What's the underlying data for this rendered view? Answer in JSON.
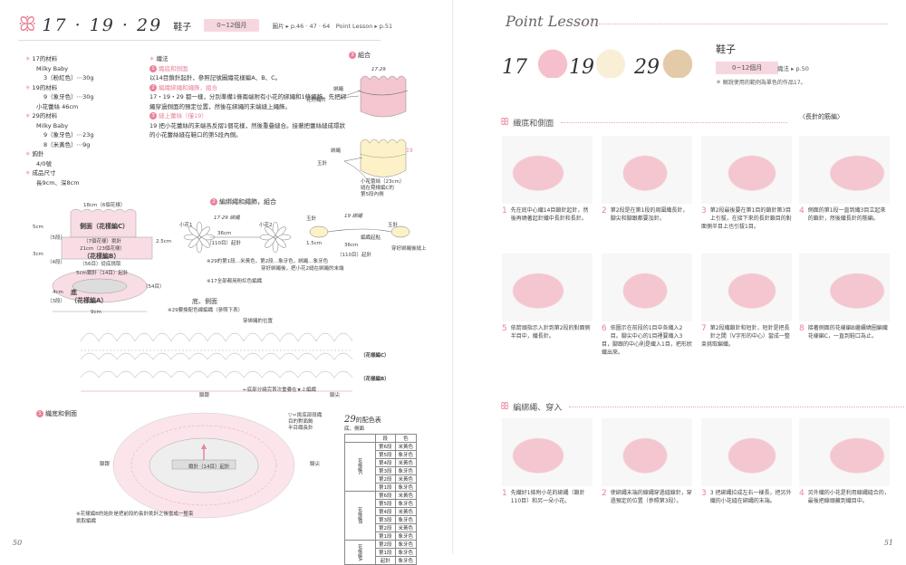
{
  "left": {
    "header": {
      "numbers": "17 · 19 · 29",
      "title": "鞋子",
      "age": "0~12個月",
      "ref": "圖片 ▸ p.46 · 47 · 64　Point Lesson ▸ p.51"
    },
    "materials": [
      {
        "text": "17的材料",
        "star": true,
        "indent": 0
      },
      {
        "text": "Milky Baby",
        "indent": 1
      },
      {
        "text": "3（粉紅色）⋯30g",
        "indent": 2
      },
      {
        "text": "19的材料",
        "star": true,
        "indent": 0
      },
      {
        "text": "9（象牙色）⋯30g",
        "indent": 2
      },
      {
        "text": "小花蕾絲 46cm",
        "indent": 1
      },
      {
        "text": "29的材料",
        "star": true,
        "indent": 0
      },
      {
        "text": "Milky Baby",
        "indent": 1
      },
      {
        "text": "9（象牙色）⋯23g",
        "indent": 2
      },
      {
        "text": "8（米黃色）⋯9g",
        "indent": 2
      },
      {
        "text": "鉤針",
        "star": true,
        "indent": 0
      },
      {
        "text": "4/0號",
        "indent": 1
      },
      {
        "text": "成品尺寸",
        "star": true,
        "indent": 0
      },
      {
        "text": "長9cm、深8cm",
        "indent": 1
      }
    ],
    "method_title": "織法",
    "method": [
      {
        "num": "1",
        "title": "織底和側面",
        "body": "以14目鎖針起針，參照記號圖織花樣編A、B、C。"
      },
      {
        "num": "2",
        "title": "編織綁繩和繩飾，組合",
        "body": "17・19・29 都一樣，分別準備1條兩端附有小花的綁繩和1條繩飾。先把綁繩穿過側面的預定位置，然後在綁繩的末端縫上繩飾。"
      },
      {
        "num": "3",
        "title": "縫上蕾絲（僅19）",
        "body": "19 把小花蕾絲的末端各反摺1個花樣，然後重疊縫合。接著把蕾絲縫成環狀的小花蕾絲縫在鞋口的第5段內側。"
      }
    ],
    "labels": {
      "assemble": "組合",
      "assemble_17_29": "17·29",
      "strap": "綁繩",
      "flower_strap": "花形繩片",
      "strap_2": "綁繩",
      "end": "玉針",
      "lace": "小花蕾絲（23cm）\n縫在花樣編C的\n第5段內側",
      "ties_title": "編綁繩和繩飾，組合",
      "ties_17_29": "17·29 綁繩",
      "ties_19": "19 綁繩",
      "flower1": "小花1",
      "flower2": "小花2",
      "len_36": "36cm",
      "len_110": "（110目）起針",
      "ties_note1": "※29的第1段…米黃色，第2段…象牙色，綁繩…象牙色",
      "ties_note2": "※17全部都用粉紅色編織",
      "ties_note3": "穿好綁繩後，把小花2縫在綁繩的末端",
      "ties_note4": "穿好綁繩後縫上",
      "ties_note5": "編織起點",
      "ties_15": "1.5cm",
      "ties_25": "2.5cm",
      "bottom_side": "底、側面",
      "bottom_note": "※29要換配色線編織（參照下表）",
      "strap_pos": "穿綁繩的位置",
      "pattern_c": "（花樣編C）",
      "pattern_b": "（花樣編B）",
      "heel": "腳跟",
      "toe": "腳尖",
      "continue_note": "←底部分繞完首次重疊在★上編織",
      "sole_title": "織底和側面",
      "sole_note": "▽＝挑底部段織\n目的對面鉤\n半目織長針",
      "sole_start": "鎖針（14目）起針",
      "sole_heel": "腳跟",
      "sole_toe": "腳尖",
      "sole_bottom_note": "※花樣編B的始針是把前段的長針挑針之後當成一整束挑取編織",
      "size_top": "18cm（6個花樣）",
      "size_side": "側面（花樣編C）",
      "size_7": "（7個花樣）挑針",
      "size_21": "21cm（23個花樣）",
      "size_b": "（花樣編B）",
      "size_56": "（56目）從底挑取",
      "size_start": "5cm鎖針（14目）起針",
      "size_a": "底",
      "size_a2": "（花樣編A）",
      "size_54": "（54目）",
      "size_9cm": "9cm",
      "size_5cm": "5cm",
      "size_3cm": "3cm",
      "size_4cm": "4cm",
      "size_5th": "（5段）",
      "size_4th": "（4段）",
      "size_3th": "（3段）"
    },
    "color_table": {
      "num": "29",
      "title": "的配色表",
      "subtitle": "底、側面",
      "headers": [
        "段",
        "色"
      ],
      "groups": [
        {
          "label": "花樣編C",
          "rows": [
            [
              "第6段",
              "米黃色"
            ],
            [
              "第5段",
              "象牙色"
            ],
            [
              "第4段",
              "米黃色"
            ],
            [
              "第3段",
              "象牙色"
            ],
            [
              "第2段",
              "米黃色"
            ],
            [
              "第1段",
              "象牙色"
            ]
          ]
        },
        {
          "label": "花樣編B",
          "rows": [
            [
              "第6段",
              "米黃色"
            ],
            [
              "第5段",
              "象牙色"
            ],
            [
              "第4段",
              "米黃色"
            ],
            [
              "第3段",
              "象牙色"
            ],
            [
              "第2段",
              "米黃色"
            ],
            [
              "第1段",
              "象牙色"
            ]
          ]
        },
        {
          "label": "花樣編A",
          "rows": [
            [
              "第2段",
              "象牙色"
            ],
            [
              "第1段",
              "象牙色"
            ],
            [
              "起針",
              "象牙色"
            ]
          ]
        }
      ]
    },
    "page_number": "50"
  },
  "right": {
    "pl_title": "Point Lesson",
    "nums": [
      "17",
      "19",
      "29"
    ],
    "shoe_title": "鞋子",
    "age": "0~12個月",
    "ref": "織法 ▸ p.50",
    "note": "＊ 解說使用的範例為單色的作品17。",
    "sec1": "織底和側面",
    "sec2": "編綁繩、穿入",
    "tip_title": "〈長針的筋編〉",
    "steps1": [
      {
        "n": "1",
        "t": "先在底中心織14目鎖針起針，然後再繞著起針織中長針和長針。"
      },
      {
        "n": "2",
        "t": "第2段是在第1段的周圍織長針，腳尖和腳跟都要加針。"
      },
      {
        "n": "3",
        "t": "第2段最後要在第1目的鎖針第3目上引拔，在接下來的長針鎖目的對面側半目上也引拔1目。"
      },
      {
        "n": "4",
        "t": "側面的第1段一直到織3目立起來的鎖針，然後織長針的筋編。"
      },
      {
        "n": "5",
        "t": "依箭頭指示入針到第2段的對面側半目中，織長針。"
      },
      {
        "n": "6",
        "t": "依圖示在前段的1目中各織入2目。腳尖中心的1目裡要織入3目，腳跟的中心則是織入1目，把形狀織出來。"
      },
      {
        "n": "7",
        "t": "第2段織鎖針和短針，短針是把長針之間（V字形的中心）當成一整束挑取編織。"
      },
      {
        "n": "8",
        "t": "接著側面的花樣編B繼續繞圈編織花樣編C，一直到鞋口為止。"
      }
    ],
    "steps2": [
      {
        "n": "1",
        "t": "先織好1條附小花的綁繩（鎖針110目）和另一朵小花。"
      },
      {
        "n": "2",
        "t": "使綁繩末端的線繩穿過縫線針，穿過預定的位置（參照第3段）。"
      },
      {
        "n": "3",
        "t": "3 把綁繩拉成左右一樣長，把另外織的小花縫在綁繩的末端。"
      },
      {
        "n": "4",
        "t": "另外織的小花是利用線繩縫合的，最後把線頭藏到織目中。"
      }
    ],
    "page_number": "51"
  },
  "colors": {
    "pink": "#e8839a",
    "pink_light": "#f7d7df",
    "yarn": "#f4c6cf"
  }
}
